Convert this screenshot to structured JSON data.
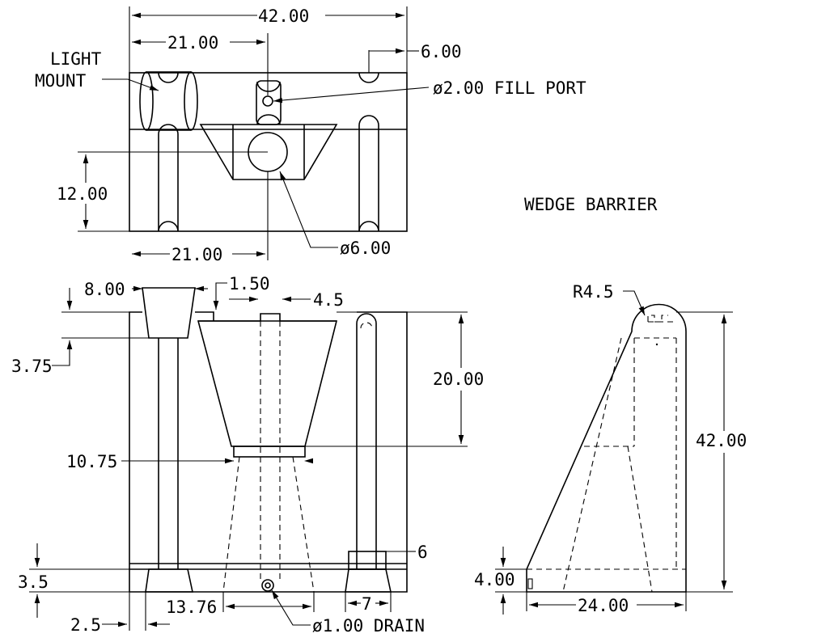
{
  "title": "WEDGE BARRIER",
  "top_view": {
    "dim_overall_width": "42.00",
    "dim_half_width_top": "21.00",
    "dim_slot_offset": "6.00",
    "label_light_mount_line1": "LIGHT",
    "label_light_mount_line2": "MOUNT",
    "label_fill_port": "ø2.00 FILL PORT",
    "dim_depth": "12.00",
    "dim_half_width_bottom": "21.00",
    "label_hole": "ø6.00"
  },
  "front_view": {
    "dim_post_head": "8.00",
    "dim_step": "1.50",
    "dim_neck": "4.5",
    "dim_head_height": "3.75",
    "dim_funnel_height": "20.00",
    "dim_funnel_bottom": "10.75",
    "dim_foot_gap": "6",
    "dim_base_height": "3.5",
    "dim_base_cone": "13.76",
    "dim_foot": "7",
    "dim_edge": "2.5",
    "label_drain": "ø1.00 DRAIN"
  },
  "side_view": {
    "dim_radius": "R4.5",
    "dim_height": "42.00",
    "dim_base_height": "4.00",
    "dim_base_width": "24.00"
  }
}
